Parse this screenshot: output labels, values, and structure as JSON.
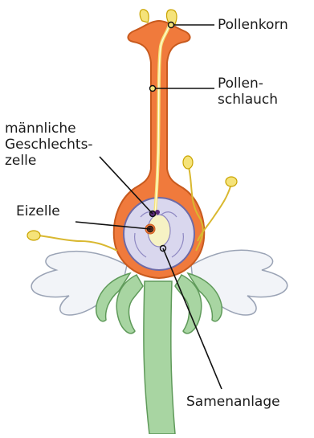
{
  "labels": {
    "pollenkorn": "Pollenkorn",
    "pollenschlauch": "Pollen-\nschlauch",
    "maennliche_geschlechtszelle": "männliche\nGeschlechts-\nzelle",
    "eizelle": "Eizelle",
    "samenanlage": "Samenanlage"
  },
  "colors": {
    "stem": "#a8d5a2",
    "stem_stroke": "#5f9a5a",
    "ovary": "#f07a3c",
    "ovary_stroke": "#c85a1e",
    "ovule": "#d9d7ee",
    "ovule_stroke": "#6e6aa6",
    "pollen": "#f5e37a",
    "pollen_stroke": "#c9a400",
    "petal": "#f2f4f8",
    "petal_stroke": "#9aa3b5"
  }
}
